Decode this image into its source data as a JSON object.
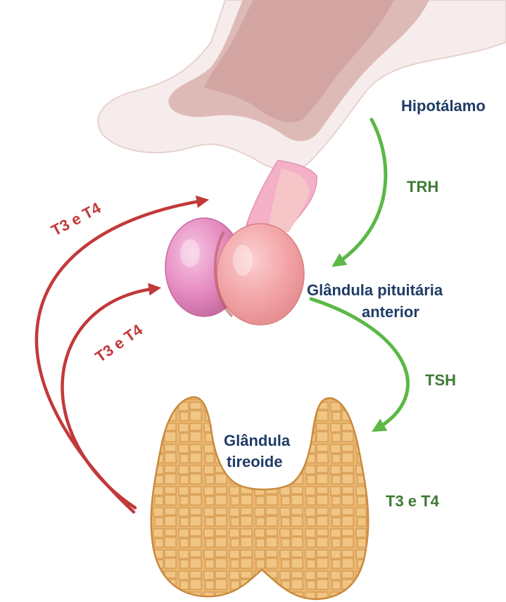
{
  "labels": {
    "hypothalamus": "Hipotálamo",
    "trh": "TRH",
    "pituitary_line1": "Glândula pituitária",
    "pituitary_line2": "anterior",
    "tsh": "TSH",
    "thyroid_line1": "Glândula",
    "thyroid_line2": "tireoide",
    "t3t4_output": "T3 e T4",
    "feedback_outer": "T3 e T4",
    "feedback_inner": "T3 e T4"
  },
  "colors": {
    "navy_text": "#1f3c66",
    "green_arrow": "#5bb846",
    "green_text": "#3e7a33",
    "red_arrow": "#c2393a",
    "hypothalamus_fill": "#f6eceb",
    "hypothalamus_inner": "#d9b1ae",
    "pituitary_pink": "#f2a3a6",
    "pituitary_magenta": "#e58bc0",
    "thyroid_fill": "#eab56e",
    "thyroid_stroke": "#c98a3c"
  }
}
